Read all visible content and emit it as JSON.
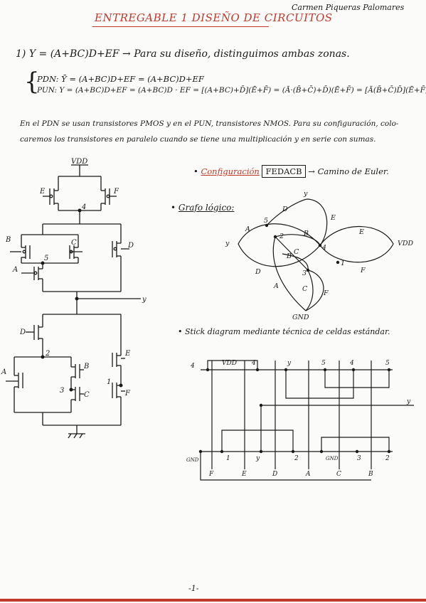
{
  "header": {
    "title": "ENTREGABLE 1 DISEÑO DE CIRCUITOS",
    "author": "Carmen Piqueras Palomares"
  },
  "question": {
    "text": "1) Y = (A+BC)D+EF → Para su diseño, distinguimos ambas zonas."
  },
  "equations": {
    "pdn": "PDN: Ȳ = (A+BC)D+EF = (A+BC)D+EF",
    "pun": "PUN: Y = (A+BC)D+EF = (A+BC)D · EF = [(A+BC)+D̄](Ē+F̄) = (Ā·(B̄+C̄)+D̄)(Ē+F̄) = [Ā(B̄+C̄)D̄](Ē+F̄)"
  },
  "paragraph": {
    "line1": "En el PDN se usan transistores PMOS y en el PUN, transistores NMOS. Para su configuración, colo-",
    "line2": "caremos los transistores en paralelo cuando se tiene una multiplicación y en serie con sumas."
  },
  "config": {
    "label": "Configuración",
    "sequence": "FEDACB",
    "suffix": "→ Camino de Euler."
  },
  "graph_title": "Grafo lógico:",
  "stick_title": "Stick diagram mediante técnica de celdas estándar.",
  "circuit_labels": {
    "vdd": "VDD",
    "gnd": "GND",
    "out": "y",
    "a": "A",
    "b": "B",
    "c": "C",
    "d": "D",
    "e": "E",
    "f": "F",
    "n1": "1",
    "n2": "2",
    "n3": "3",
    "n4": "4",
    "n5": "5"
  },
  "stick": {
    "top_labels": [
      "4",
      "VDD",
      "4",
      "y",
      "5",
      "4",
      "5"
    ],
    "bottom_labels": [
      "GND",
      "1",
      "y",
      "2",
      "GND",
      "3",
      "2"
    ],
    "gate_labels": [
      "F",
      "E",
      "D",
      "A",
      "C",
      "B"
    ],
    "output": "y"
  },
  "footer": {
    "page": "-1-"
  },
  "colors": {
    "accent": "#c0392b",
    "ink": "#1a1a1a"
  }
}
